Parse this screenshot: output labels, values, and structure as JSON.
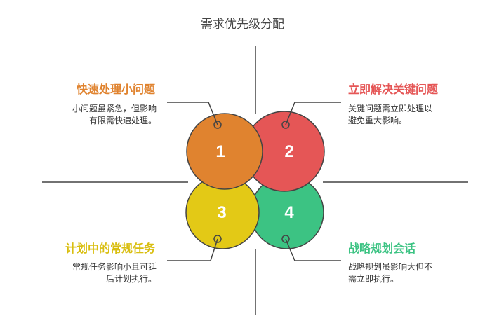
{
  "title": "需求优先级分配",
  "colors": {
    "q1": "#E0832F",
    "q2": "#E55656",
    "q3": "#E3C916",
    "q4": "#3CC383",
    "line": "#444444"
  },
  "quadrants": [
    {
      "number": "1",
      "heading": "快速处理小问题",
      "desc_lines": [
        "小问题虽紧急，但影响",
        "有限需快速处理。"
      ]
    },
    {
      "number": "2",
      "heading": "立即解决关键问题",
      "desc_lines": [
        "关键问题需立即处理以",
        "避免重大影响。"
      ]
    },
    {
      "number": "3",
      "heading": "计划中的常规任务",
      "desc_lines": [
        "常规任务影响小且可延",
        "后计划执行。"
      ]
    },
    {
      "number": "4",
      "heading": "战略规划会话",
      "desc_lines": [
        "战略规划虽影响大但不",
        "需立即执行。"
      ]
    }
  ]
}
